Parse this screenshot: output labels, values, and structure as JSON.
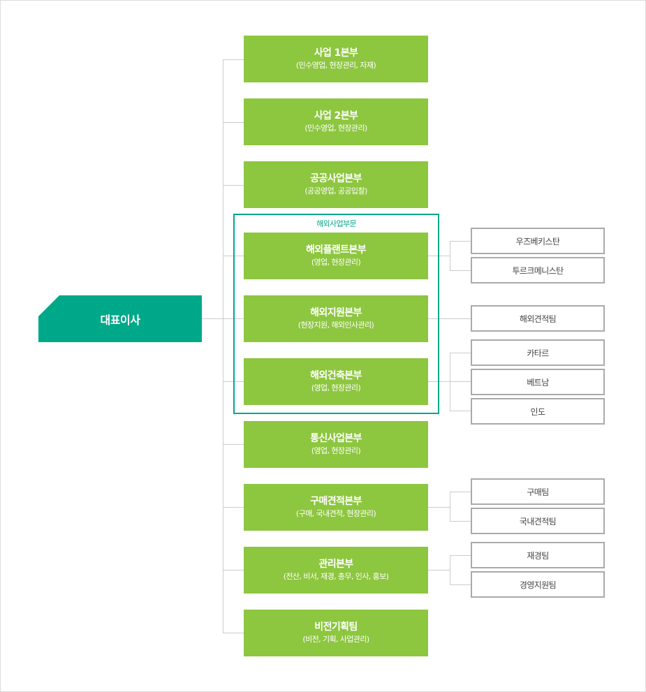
{
  "ceo": {
    "label": "대표이사"
  },
  "overseas_group": {
    "label": "해외사업부문"
  },
  "divisions": [
    {
      "title": "사업 1본부",
      "sub": "(민수영업, 현장관리, 자재)"
    },
    {
      "title": "사업 2본부",
      "sub": "(민수영업, 현장관리)"
    },
    {
      "title": "공공사업본부",
      "sub": "(공공영업, 공공입찰)"
    },
    {
      "title": "해외플랜트본부",
      "sub": "(영업, 현장관리)"
    },
    {
      "title": "해외지원본부",
      "sub": "(현장지원, 해외인사관리)"
    },
    {
      "title": "해외건축본부",
      "sub": "(영업, 현장관리)"
    },
    {
      "title": "통신사업본부",
      "sub": "(영업, 현장관리)"
    },
    {
      "title": "구매견적본부",
      "sub": "(구매, 국내견적, 현장관리)"
    },
    {
      "title": "관리본부",
      "sub": "(전산, 비서, 재경, 총무, 인사, 홍보)"
    },
    {
      "title": "비전기획팀",
      "sub": "(비전, 기획, 사업관리)"
    }
  ],
  "teams": [
    {
      "label": "우즈베키스탄"
    },
    {
      "label": "투르크메니스탄"
    },
    {
      "label": "해외견적팀"
    },
    {
      "label": "카타르"
    },
    {
      "label": "베트남"
    },
    {
      "label": "인도"
    },
    {
      "label": "구매팀"
    },
    {
      "label": "국내견적팀"
    },
    {
      "label": "재경팀"
    },
    {
      "label": "경영지원팀"
    }
  ],
  "colors": {
    "ceo": "#00a88a",
    "division": "#8dc63f",
    "group_border": "#00a88a",
    "team_border": "#aaaaaa",
    "connector": "#cccccc"
  }
}
